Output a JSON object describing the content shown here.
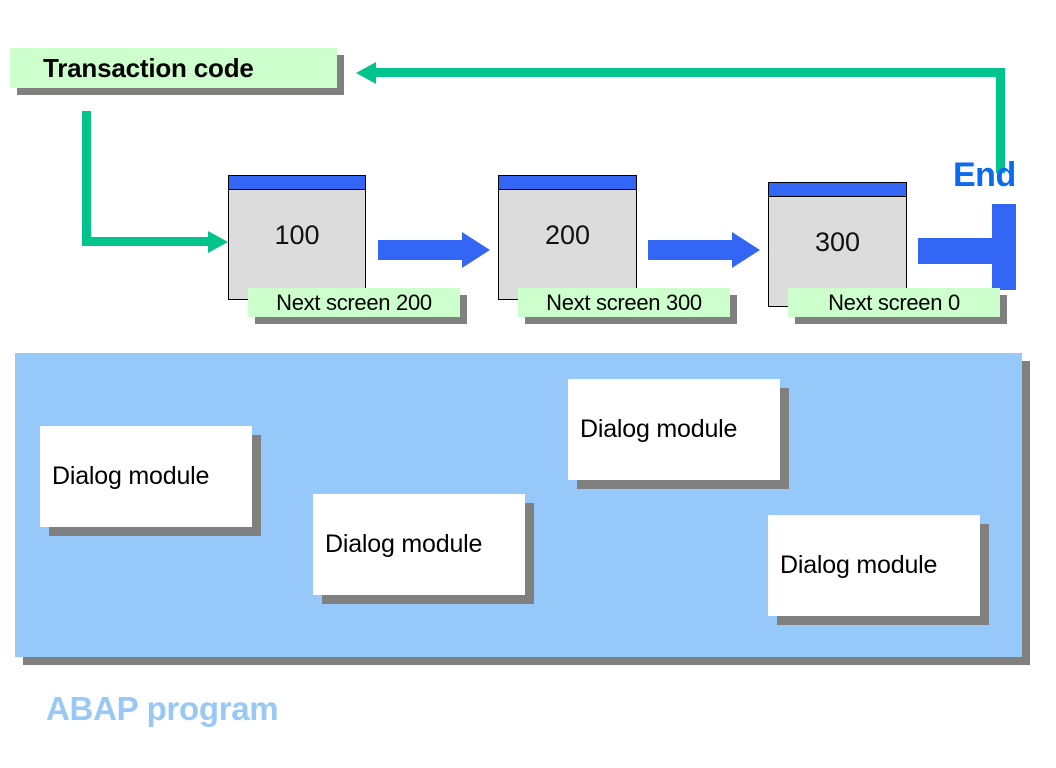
{
  "diagram": {
    "type": "flow-diagram",
    "title_box": {
      "label": "Transaction code",
      "fill": "#ccffcc",
      "shadow": "#808080"
    },
    "screens": [
      {
        "number": "100",
        "next_screen_label": "Next screen 200",
        "titlebar_color": "#3366f5",
        "body_color": "#dcdcdc"
      },
      {
        "number": "200",
        "next_screen_label": "Next screen 300",
        "titlebar_color": "#3366f5",
        "body_color": "#dcdcdc"
      },
      {
        "number": "300",
        "next_screen_label": "Next screen 0",
        "titlebar_color": "#3366f5",
        "body_color": "#dcdcdc"
      }
    ],
    "end": {
      "label": "End",
      "color": "#0b6bee"
    },
    "connectors": {
      "flow_arrow_color": "#3366f5",
      "return_arrow_color": "#00c48c"
    },
    "program_panel": {
      "label": "ABAP program",
      "label_color": "#9ac8f5",
      "fill": "#96c8fa",
      "shadow": "#808080",
      "modules": [
        {
          "label": "Dialog module"
        },
        {
          "label": "Dialog module"
        },
        {
          "label": "Dialog module"
        },
        {
          "label": "Dialog module"
        }
      ]
    }
  }
}
